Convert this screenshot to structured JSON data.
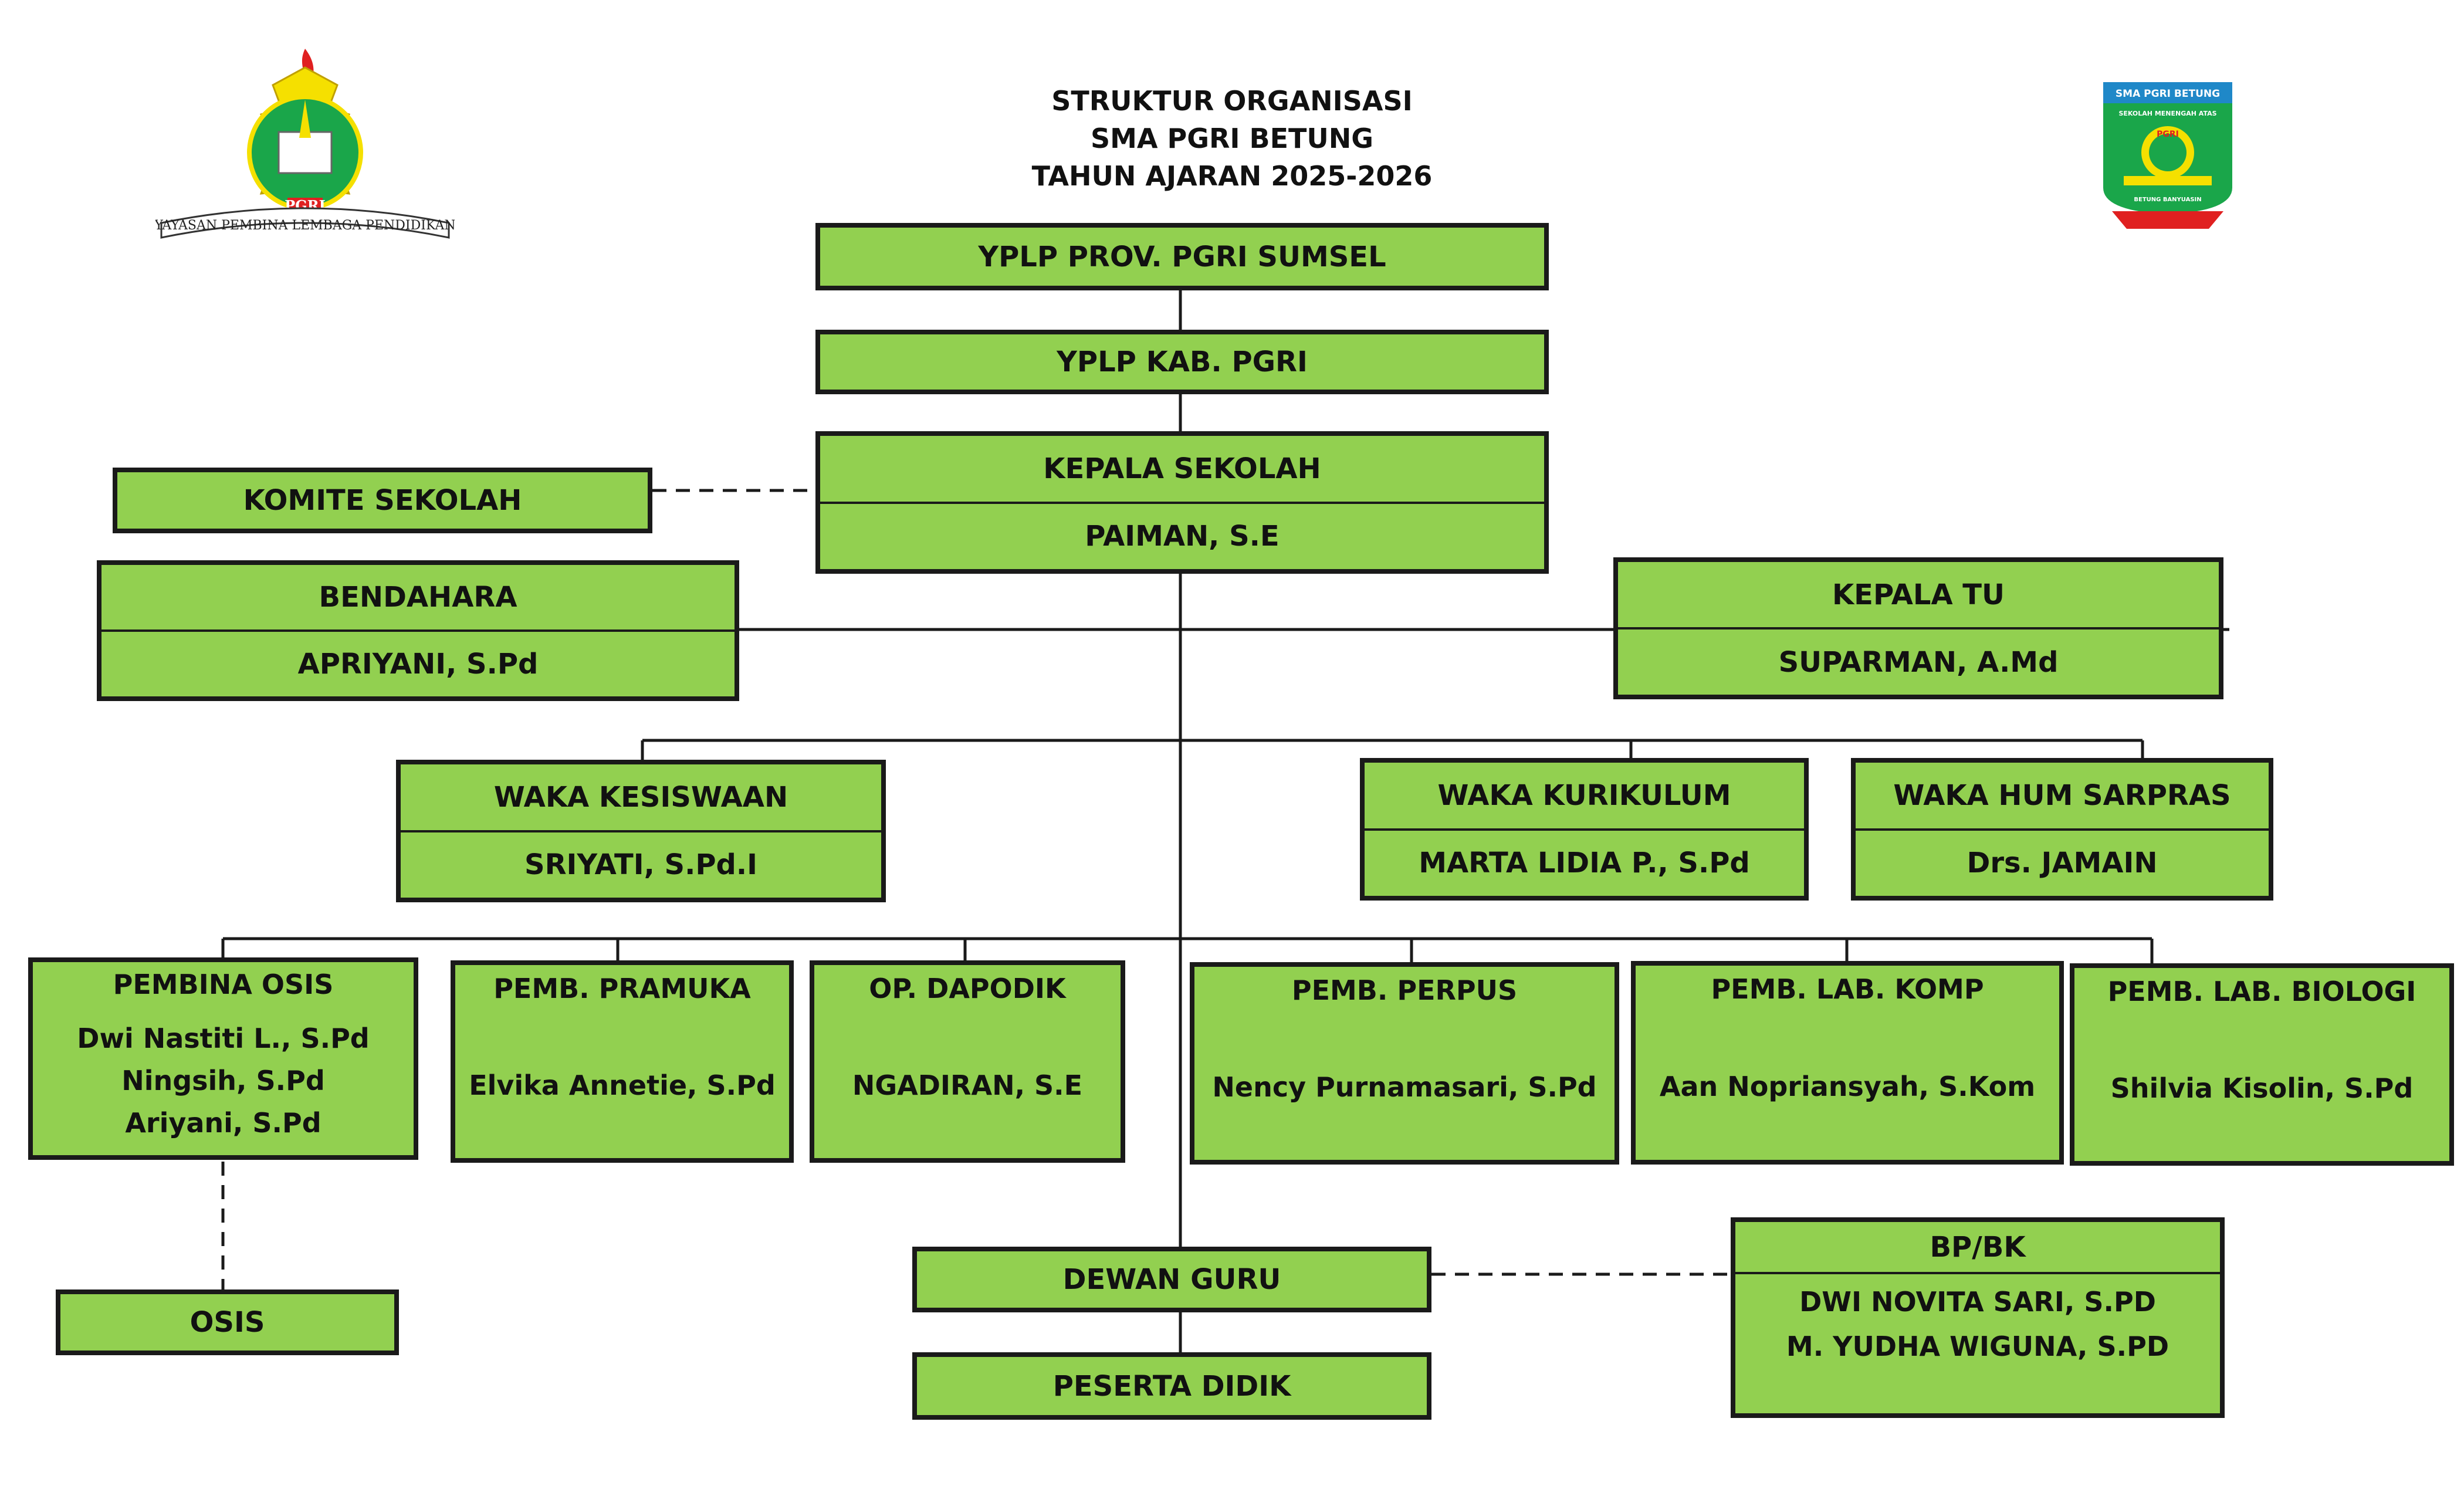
{
  "title": {
    "line1": "STRUKTUR ORGANISASI",
    "line2": "SMA PGRI BETUNG",
    "line3": "TAHUN AJARAN 2025-2026"
  },
  "logos": {
    "left": {
      "icon": "pgri-foundation-logo-icon",
      "banner_text": "YAYASAN PEMBINA LEMBAGA PENDIDIKAN",
      "badge_text": "PGRI"
    },
    "right": {
      "icon": "sma-pgri-betung-shield-icon",
      "top_text": "SMA PGRI BETUNG",
      "sub_text": "SEKOLAH MENENGAH ATAS",
      "badge_text": "PGRI",
      "bottom_text": "BETUNG BANYUASIN"
    }
  },
  "colors": {
    "box_fill": "#92d050",
    "border": "#1a1a1a"
  },
  "nodes": {
    "yplp_prov": {
      "title": "YPLP PROV. PGRI SUMSEL"
    },
    "yplp_kab": {
      "title": "YPLP KAB. PGRI"
    },
    "kepala_sekolah": {
      "title": "KEPALA SEKOLAH",
      "name": "PAIMAN, S.E"
    },
    "komite": {
      "title": "KOMITE SEKOLAH"
    },
    "bendahara": {
      "title": "BENDAHARA",
      "name": "APRIYANI, S.Pd"
    },
    "kepala_tu": {
      "title": "KEPALA TU",
      "name": "SUPARMAN, A.Md"
    },
    "waka_kesiswaan": {
      "title": "WAKA KESISWAAN",
      "name": "SRIYATI, S.Pd.I"
    },
    "waka_kurikulum": {
      "title": "WAKA KURIKULUM",
      "name": "MARTA LIDIA P., S.Pd"
    },
    "waka_hum": {
      "title": "WAKA HUM SARPRAS",
      "name": "Drs. JAMAIN"
    },
    "pembina_osis": {
      "title": "PEMBINA OSIS",
      "names": [
        "Dwi Nastiti L., S.Pd",
        "Ningsih, S.Pd",
        "Ariyani, S.Pd"
      ]
    },
    "pramuka": {
      "title": "PEMB. PRAMUKA",
      "name": "Elvika Annetie, S.Pd"
    },
    "dapodik": {
      "title": "OP. DAPODIK",
      "name": "NGADIRAN, S.E"
    },
    "perpus": {
      "title": "PEMB. PERPUS",
      "name": "Nency Purnamasari, S.Pd"
    },
    "lab_komp": {
      "title": "PEMB. LAB. KOMP",
      "name": "Aan Nopriansyah, S.Kom"
    },
    "lab_bio": {
      "title": "PEMB. LAB. BIOLOGI",
      "name": "Shilvia Kisolin, S.Pd"
    },
    "osis": {
      "title": "OSIS"
    },
    "dewan_guru": {
      "title": "DEWAN GURU"
    },
    "peserta": {
      "title": "PESERTA DIDIK"
    },
    "bpbk": {
      "title": "BP/BK",
      "names": [
        "DWI NOVITA SARI, S.PD",
        "M. YUDHA WIGUNA, S.PD"
      ]
    }
  }
}
